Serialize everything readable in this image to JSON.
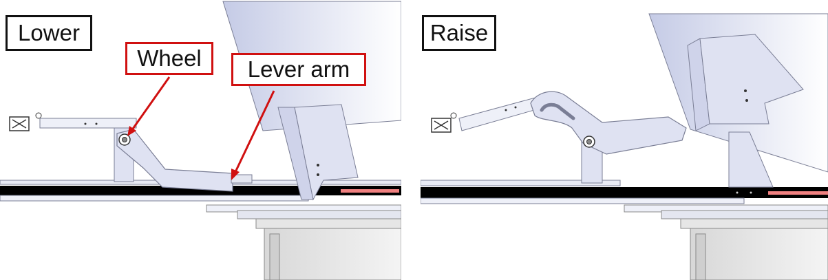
{
  "panels": [
    {
      "state_label": "Lower"
    },
    {
      "state_label": "Raise"
    }
  ],
  "callouts": {
    "wheel": "Wheel",
    "lever_arm": "Lever arm"
  },
  "colors": {
    "part_fill": "#dfe2f2",
    "part_stroke": "#7a7e95",
    "rail": "#000000",
    "accent_strip": "#f08080",
    "callout_red": "#d01010"
  }
}
